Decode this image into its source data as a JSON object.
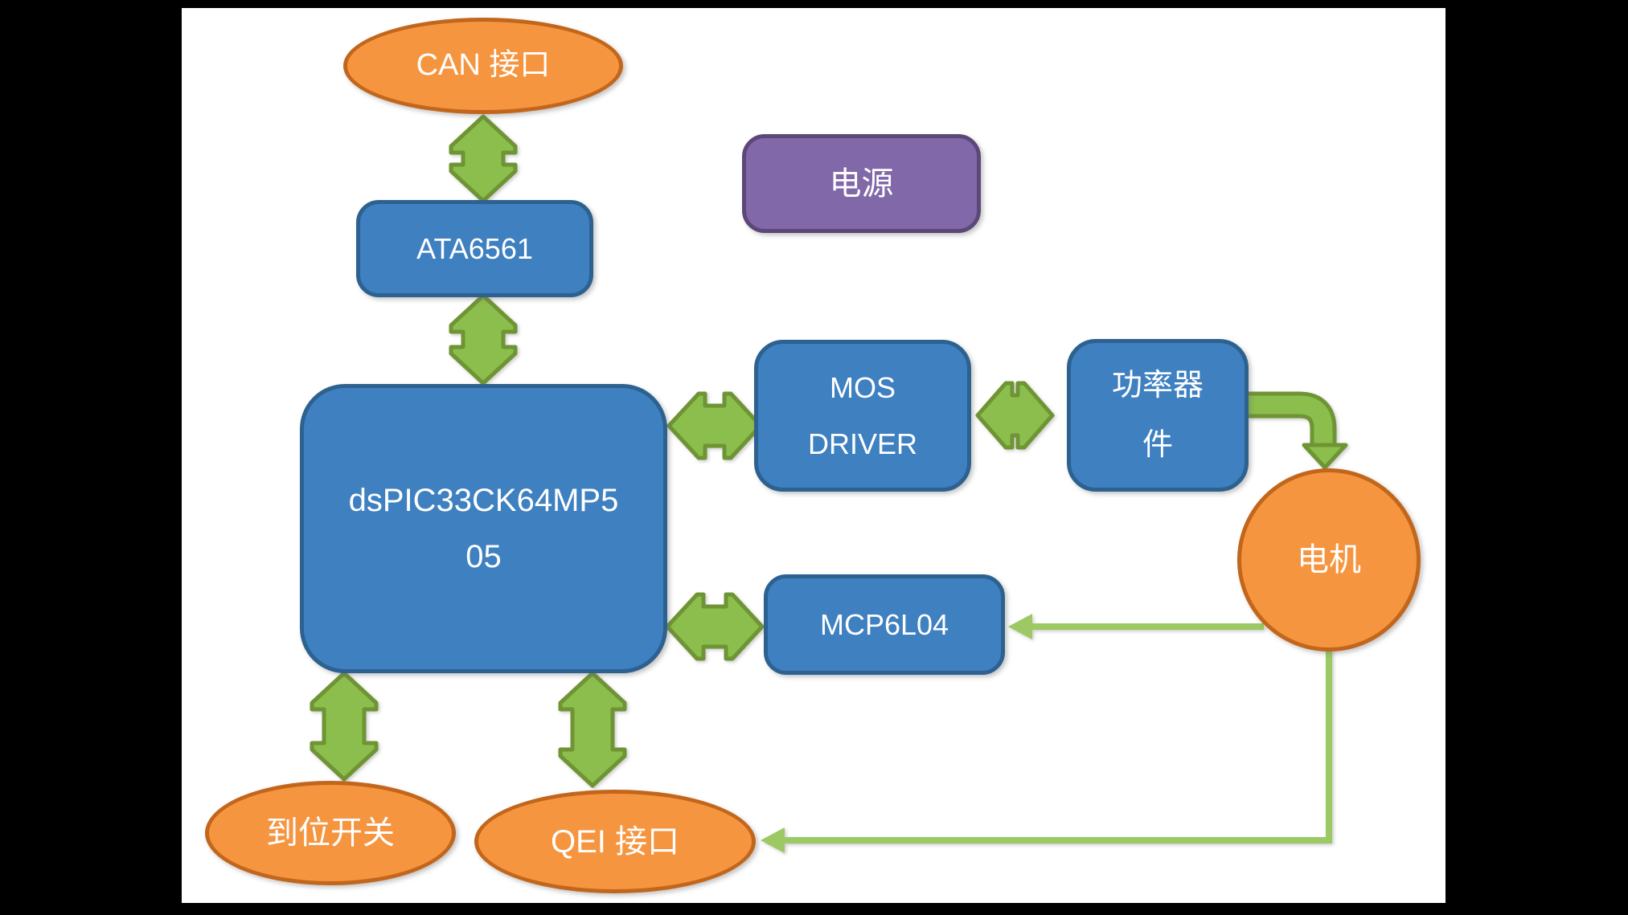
{
  "scene": {
    "background": "#000000",
    "canvas_background": "#FFFFFF"
  },
  "palette": {
    "node_blue_fill": "#3E80C0",
    "node_blue_border": "#2D618F",
    "node_orange_fill": "#F6953F",
    "node_orange_border": "#C2661C",
    "node_purple_fill": "#8168A8",
    "node_purple_border": "#5C4878",
    "arrow_green_fill": "#8CBE4D",
    "arrow_green_border": "#6E9434",
    "feedback_line_green": "#9CC963",
    "text_color": "#FFFFFF"
  },
  "nodes": {
    "can_interface": {
      "label": "CAN 接口",
      "shape": "ellipse",
      "color": "orange"
    },
    "ata6561": {
      "label": "ATA6561",
      "shape": "rounded-rect",
      "color": "blue"
    },
    "power": {
      "label": "电源",
      "shape": "rounded-rect",
      "color": "purple"
    },
    "mcu": {
      "label": "dsPIC33CK64MP505",
      "line1": "dsPIC33CK64MP5",
      "line2": "05",
      "shape": "rounded-rect",
      "color": "blue"
    },
    "mos_driver": {
      "label": "MOS DRIVER",
      "line1": "MOS",
      "line2": "DRIVER",
      "shape": "rounded-rect",
      "color": "blue"
    },
    "power_device": {
      "label": "功率器件",
      "line1": "功率器",
      "line2": "件",
      "shape": "rounded-rect",
      "color": "blue"
    },
    "motor": {
      "label": "电机",
      "shape": "circle",
      "color": "orange"
    },
    "mcp6l04": {
      "label": "MCP6L04",
      "shape": "rounded-rect",
      "color": "blue"
    },
    "limit_switch": {
      "label": "到位开关",
      "shape": "ellipse",
      "color": "orange"
    },
    "qei_interface": {
      "label": "QEI 接口",
      "shape": "ellipse",
      "color": "orange"
    }
  },
  "connections": [
    {
      "from": "CAN 接口",
      "to": "ATA6561",
      "type": "bidirectional-block-arrow"
    },
    {
      "from": "ATA6561",
      "to": "dsPIC33CK64MP505",
      "type": "bidirectional-block-arrow"
    },
    {
      "from": "dsPIC33CK64MP505",
      "to": "MOS DRIVER",
      "type": "bidirectional-block-arrow"
    },
    {
      "from": "MOS DRIVER",
      "to": "功率器件",
      "type": "bidirectional-block-arrow"
    },
    {
      "from": "功率器件",
      "to": "电机",
      "type": "elbow-arrow"
    },
    {
      "from": "dsPIC33CK64MP505",
      "to": "MCP6L04",
      "type": "bidirectional-block-arrow"
    },
    {
      "from": "dsPIC33CK64MP505",
      "to": "到位开关",
      "type": "bidirectional-block-arrow"
    },
    {
      "from": "dsPIC33CK64MP505",
      "to": "QEI 接口",
      "type": "bidirectional-block-arrow"
    },
    {
      "from": "电机",
      "to": "MCP6L04",
      "type": "feedback-line-arrow"
    },
    {
      "from": "电机",
      "to": "QEI 接口",
      "type": "feedback-line-arrow"
    }
  ]
}
